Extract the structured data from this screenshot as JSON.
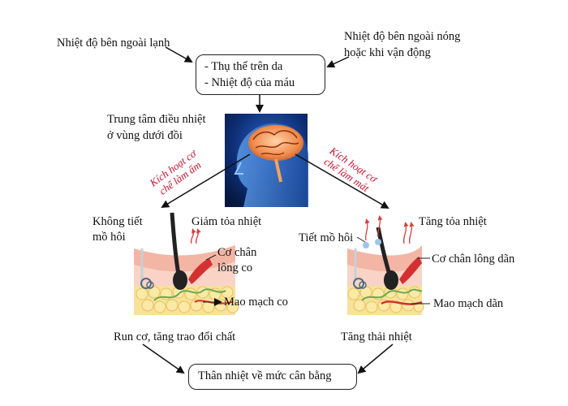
{
  "top": {
    "cold_label": "Nhiệt độ bên ngoài lạnh",
    "hot_label_line1": "Nhiệt độ bên ngoài nóng",
    "hot_label_line2": "hoặc khi vận động",
    "receptor_box": [
      "- Thụ thể trên da",
      "-  Nhiệt độ của máu"
    ]
  },
  "center": {
    "hypothalamus_line1": "Trung tâm điều nhiệt",
    "hypothalamus_line2": "ở vùng dưới đồi",
    "warming_line1": "Kích hoạt cơ",
    "warming_line2": "chế làm ấm",
    "cooling_line1": "Kích hoạt cơ",
    "cooling_line2": "chế làm mát"
  },
  "left_skin": {
    "no_sweat_line1": "Không tiết",
    "no_sweat_line2": "mồ hôi",
    "reduce_heat": "Giảm tỏa nhiệt",
    "muscle_line1": "Cơ chân",
    "muscle_line2": "lông co",
    "capillary": "Mao mạch co",
    "result": "Run cơ, tăng trao đổi chất"
  },
  "right_skin": {
    "sweat": "Tiết mồ hôi",
    "increase_heat": "Tăng tỏa nhiệt",
    "muscle": "Cơ chân lông dãn",
    "capillary": "Mao mạch dãn",
    "result": "Tăng thải nhiệt"
  },
  "bottom": {
    "balance": "Thân nhiệt về mức cân bằng"
  },
  "colors": {
    "arrow_text": "#c8102e",
    "brain_bg": "#0b2a66",
    "skin_pink": "#f4b7a8",
    "fat_yellow": "#f7e08c"
  }
}
